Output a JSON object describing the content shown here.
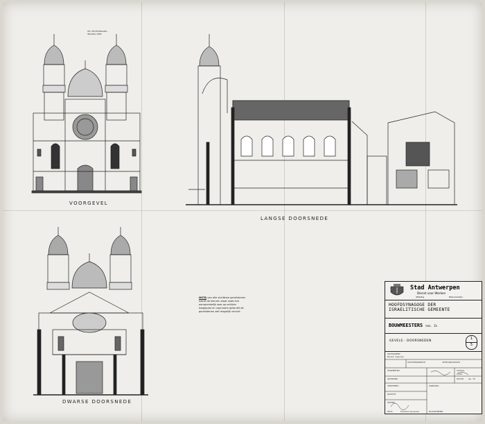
{
  "captions": {
    "facade": "VOORGEVEL",
    "longitudinal": "LANGSE DOORSNEDE",
    "transverse": "DWARSE DOORSNEDE"
  },
  "facade_label": "OP. HOOFDINGANG\nINGANG 1885",
  "note": {
    "title": "NOTA",
    "body": "van alle zichtbare gevelstenen wordt de kleuren staat zoals het oorspronkelijk was op schilder toegepast en voornaam gebruikt de gevelstenen zelf mogelijk vervult"
  },
  "title_block": {
    "city": "Stad Antwerpen",
    "department": "Dienst voor Werken",
    "sub_left": "Afdeling",
    "sub_right": "Monumenten",
    "project_line1": "HOOFDSYNAGOGE DER",
    "project_line2": "ISRAELITISCHE GEMEENTE",
    "architects": "BOUWMEESTERS",
    "architects_suffix": "enz. Zs",
    "subject": "GEVELS - DOORSNEDEN",
    "sheet_number": "1",
    "sheet_total": "5",
    "cells": {
      "c1": "ONTWORPEN",
      "c2": "Bouwk. Ingenieur",
      "c3": "HOOFDINGENIEUR",
      "c4": "AFDELINGSHOOFD",
      "c5": "OPGEMETEN",
      "c6": "SCHAAL",
      "c7": "1/100",
      "c8": "GETEKEND",
      "c9": "DATUM",
      "c10": "jan. 78",
      "c11": "VERIFIEERD",
      "c12": "NAZICHT",
      "c13": "GEZIEN",
      "c14": "NOTA",
      "c15": "WIJZIGING",
      "c16": "Directeur-Generaal",
      "c17": "BLADNUMMER"
    }
  }
}
